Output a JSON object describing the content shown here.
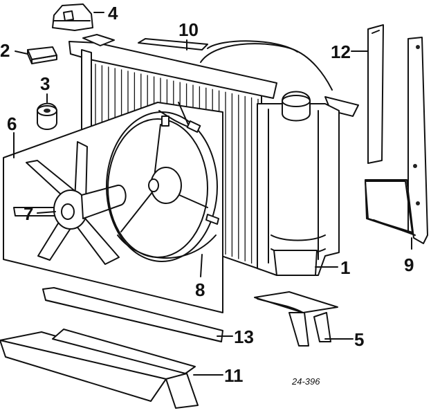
{
  "diagram": {
    "reference_code": "24-396",
    "callouts": {
      "c1": "1",
      "c2": "2",
      "c3": "3",
      "c4": "4",
      "c5": "5",
      "c6": "6",
      "c7": "7",
      "c8": "8",
      "c9": "9",
      "c10": "10",
      "c11": "11",
      "c12": "12",
      "c13": "13"
    }
  }
}
